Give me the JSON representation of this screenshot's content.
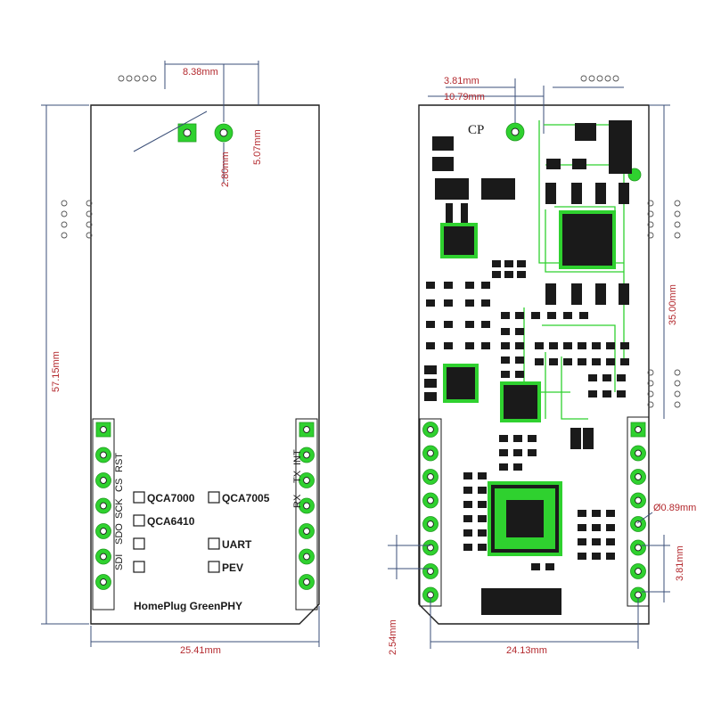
{
  "front": {
    "pin_labels_left": [
      "RST",
      "CS",
      "SCK",
      "SDO",
      "SDI"
    ],
    "pin_labels_right": [
      "INT",
      "TX",
      "RX"
    ],
    "options": [
      {
        "label": "QCA7000"
      },
      {
        "label": "QCA7005"
      },
      {
        "label": "QCA6410"
      },
      {
        "label": "UART"
      },
      {
        "label": "PEV"
      }
    ],
    "brand": "HomePlug GreenPHY",
    "dims": {
      "top_spacing": "8.38mm",
      "pad_offset": "2.80mm",
      "edge_offset": "5.07mm",
      "height": "57.15mm",
      "width": "25.41mm"
    }
  },
  "back": {
    "silk_cp": "CP",
    "dims": {
      "top_a": "3.81mm",
      "top_b": "10.79mm",
      "right_height": "35.00mm",
      "hole_dia": "Ø0.89mm",
      "pitch_right": "3.81mm",
      "pitch_left": "2.54mm",
      "bottom_width": "24.13mm"
    }
  },
  "colors": {
    "copper": "#2fd12f",
    "dimension_text": "#b3282d",
    "dimension_line": "#3b4f78"
  }
}
